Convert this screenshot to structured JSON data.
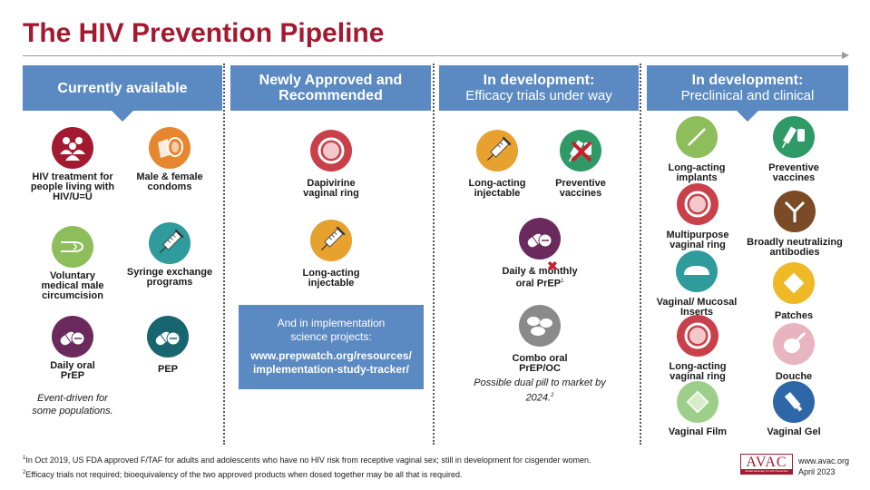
{
  "title": "The HIV Prevention Pipeline",
  "columns": [
    {
      "title": "Currently available",
      "subtitle": ""
    },
    {
      "title": "Newly Approved and Recommended",
      "subtitle": ""
    },
    {
      "title": "In development:",
      "subtitle": "Efficacy trials under way"
    },
    {
      "title": "In development:",
      "subtitle": "Preclinical and clinical"
    }
  ],
  "col1": {
    "hiv_treatment": "HIV treatment for people living with HIV/U=U",
    "condoms": "Male & female condoms",
    "circumcision": "Voluntary medical male circumcision",
    "syringe": "Syringe exchange programs",
    "daily_prep": "Daily oral PrEP",
    "pep": "PEP",
    "note": "Event-driven for some populations."
  },
  "col2": {
    "dapivirine": "Dapivirine vaginal ring",
    "injectable": "Long-acting injectable",
    "impl_text": "And in implementation science projects:",
    "impl_link1": "www.prepwatch.org/resources/",
    "impl_link2": "implementation-study-tracker/"
  },
  "col3": {
    "injectable": "Long-acting injectable",
    "vaccines": "Preventive vaccines",
    "monthly_prep": "Daily & monthly oral PrEP",
    "monthly_prep_sup": "1",
    "combo": "Combo oral PrEP/OC",
    "note": "Possible dual pill to market by 2024.",
    "note_sup": "2"
  },
  "col4": {
    "implants": "Long-acting implants",
    "vaccines": "Preventive vaccines",
    "multipurpose_ring": "Multipurpose vaginal ring",
    "antibodies": "Broadly neutralizing antibodies",
    "inserts": "Vaginal/ Mucosal Inserts",
    "patches": "Patches",
    "la_ring": "Long-acting vaginal ring",
    "douche": "Douche",
    "film": "Vaginal Film",
    "gel": "Vaginal Gel"
  },
  "footnotes": {
    "fn1_num": "1",
    "fn1": "In Oct 2019, US FDA approved F/TAF for adults and adolescents who have no HIV risk from receptive vaginal sex; still in development for cisgender women.",
    "fn2_num": "2",
    "fn2": "Efficacy trials not required; bioequivalency of the two approved products when dosed together may be all that is required."
  },
  "logo": {
    "word": "AVAC",
    "tagline": "Global Advocacy for HIV Prevention"
  },
  "site": {
    "url": "www.avac.org",
    "date": "April 2023"
  },
  "colors": {
    "title": "#a3192f",
    "header": "#5b89c1",
    "maroon": "#a3192f",
    "orange": "#e6862f",
    "green": "#8dbe5b",
    "teal": "#2f9b9c",
    "purple": "#6b2a5e",
    "dark_teal": "#17666f",
    "gray": "#8a8a8a",
    "bright_green": "#2f9a66",
    "brown": "#7a4b26",
    "pink": "#d7a3b0",
    "yellow": "#efb825",
    "light_green": "#9ecf8a",
    "blue": "#2d67a8",
    "red": "#c8404a"
  },
  "icons": [
    "people-icon",
    "condom-icon",
    "circumcision-icon",
    "syringe-icon",
    "pill-icon",
    "ring-icon",
    "vaccine-icon",
    "implant-icon",
    "antibody-icon",
    "insert-icon",
    "patch-icon",
    "douche-icon",
    "film-icon",
    "gel-icon"
  ]
}
